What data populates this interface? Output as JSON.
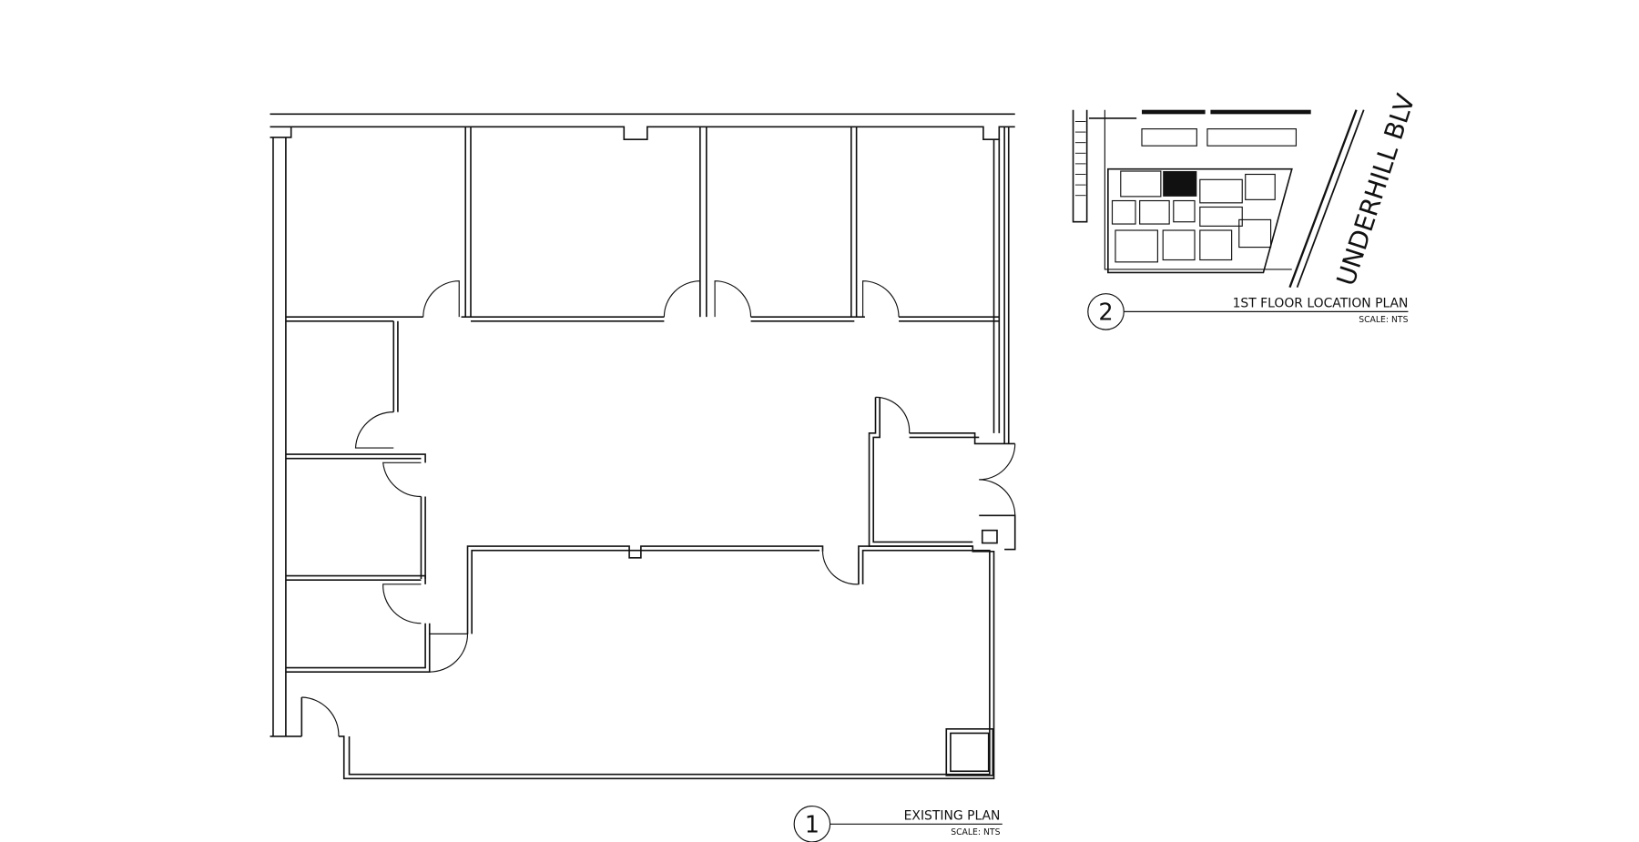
{
  "existing_plan": {
    "number": "1",
    "title": "EXISTING PLAN",
    "scale": "SCALE: NTS"
  },
  "location_plan": {
    "number": "2",
    "title": "1ST FLOOR LOCATION PLAN",
    "scale": "SCALE: NTS",
    "street": "UNDERHILL BLV"
  },
  "colors": {
    "line": "#111111",
    "background": "#ffffff"
  }
}
